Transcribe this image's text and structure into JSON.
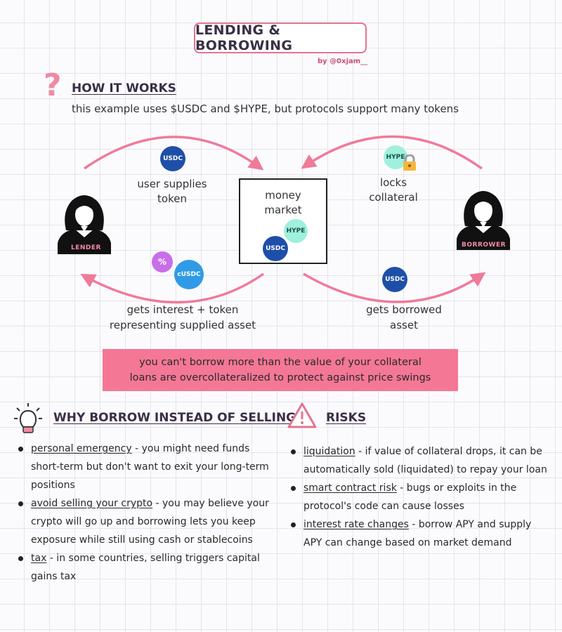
{
  "header": {
    "title": "LENDING & BORROWING",
    "byline": "by @0xjam__"
  },
  "how_it_works": {
    "heading": "HOW IT WORKS",
    "subtitle": "this example uses $USDC and $HYPE, but protocols support many tokens"
  },
  "diagram": {
    "lender_label": "LENDER",
    "borrower_label": "BORROWER",
    "money_market_line1": "money",
    "money_market_line2": "market",
    "supply_line1": "user supplies",
    "supply_line2": "token",
    "collateral_line1": "locks",
    "collateral_line2": "collateral",
    "interest_line1": "gets interest + token",
    "interest_line2": "representing supplied asset",
    "borrowed_line1": "gets borrowed",
    "borrowed_line2": "asset",
    "coins": {
      "usdc": "USDC",
      "hype": "HYPE",
      "cusdc": "cUSDC",
      "percent": "%"
    },
    "colors": {
      "arrow": "#ef7a9a",
      "usdc": "#1e4fa8",
      "cusdc": "#2f9be6",
      "hype": "#9ff0dd",
      "percent": "#c86ee8"
    }
  },
  "banner": {
    "line1": "you can't borrow more than the value of your collateral",
    "line2": "loans are overcollateralized to protect against price swings",
    "color": "#f47796"
  },
  "why_borrow": {
    "heading": "WHY BORROW INSTEAD OF SELLING?",
    "items": [
      {
        "term": "personal emergency",
        "text": " - you might need funds short-term but don't want to exit your long-term positions"
      },
      {
        "term": "avoid selling your crypto",
        "text": " - you may believe your crypto will go up and borrowing lets you keep exposure while still using cash or stablecoins"
      },
      {
        "term": "tax",
        "text": " - in some countries, selling triggers capital gains tax"
      }
    ]
  },
  "risks": {
    "heading": "RISKS",
    "items": [
      {
        "term": "liquidation",
        "text": " - if value of collateral drops, it can be automatically sold (liquidated) to repay your loan"
      },
      {
        "term": "smart contract risk",
        "text": " - bugs or exploits in the protocol's code can cause losses"
      },
      {
        "term": "interest rate changes",
        "text": " - borrow APY and supply APY can change based on market demand"
      }
    ]
  }
}
